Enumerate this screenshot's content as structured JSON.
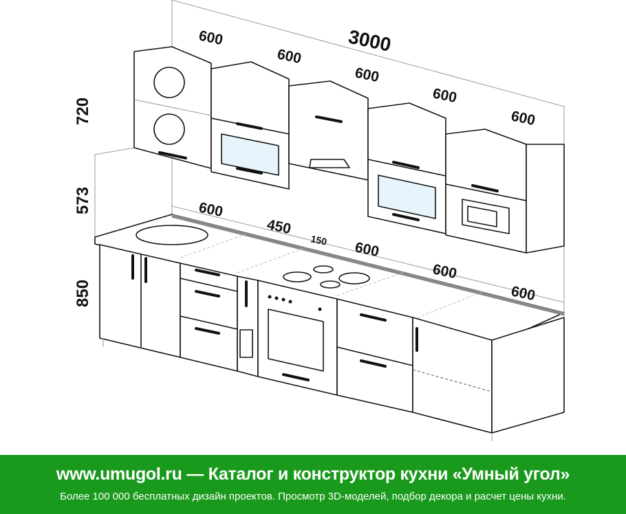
{
  "dimensions": {
    "total_width": "3000",
    "upper": [
      "600",
      "600",
      "600",
      "600",
      "600"
    ],
    "lower": [
      "600",
      "450",
      "150",
      "600",
      "600",
      "600"
    ],
    "height_upper": "720",
    "height_gap": "573",
    "height_lower": "850"
  },
  "footer": {
    "headline": "www.umugol.ru — Каталог и конструктор кухни «Умный угол»",
    "subline": "Более 100 000 бесплатных дизайн проектов. Просмотр 3D-моделей, подбор декора и расчет цены кухни."
  },
  "colors": {
    "footer_bg": "#1a9a1c",
    "line": "#111111"
  }
}
